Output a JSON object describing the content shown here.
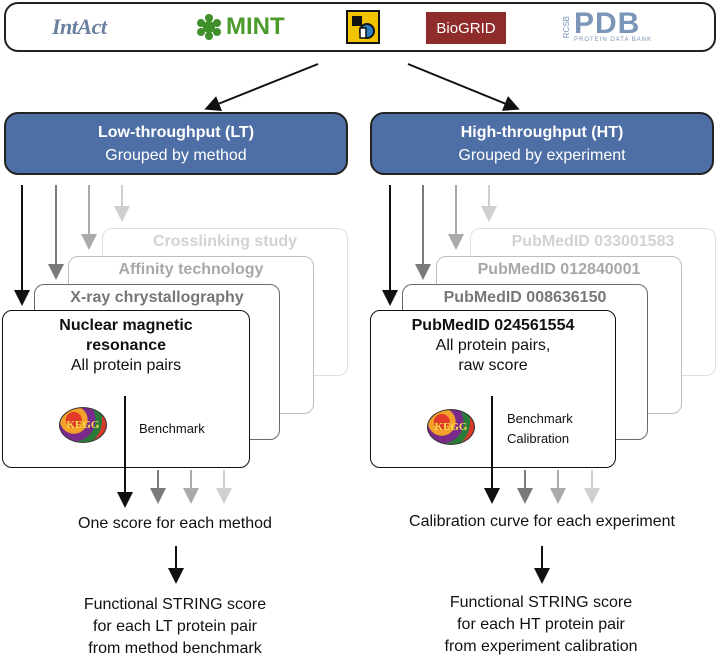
{
  "databases": {
    "intact": "IntAct",
    "mint": "MINT",
    "dip": "DIP",
    "biogrid": "BioGRID",
    "pdb_rcsb": "RCSB",
    "pdb": "PDB",
    "pdb_sub": "PROTEIN DATA BANK"
  },
  "left": {
    "header_title": "Low-throughput (LT)",
    "header_sub": "Grouped by method",
    "cards": [
      "Nuclear magnetic",
      "resonance",
      "X-ray chrystallography",
      "Affinity technology",
      "Crosslinking study"
    ],
    "card_sub": "All protein pairs",
    "kegg": "KEGG",
    "benchmark": "Benchmark",
    "result": "One score for each method",
    "final": [
      "Functional STRING score",
      "for each LT protein pair",
      "from method benchmark"
    ]
  },
  "right": {
    "header_title": "High-throughput (HT)",
    "header_sub": "Grouped by experiment",
    "cards": [
      "PubMedID 024561554",
      "PubMedID 008636150",
      "PubMedID 012840001",
      "PubMedID 033001583"
    ],
    "card_sub": [
      "All protein pairs,",
      "raw score"
    ],
    "kegg": "KEGG",
    "benchmark": [
      "Benchmark",
      "Calibration"
    ],
    "result": "Calibration curve for each experiment",
    "final": [
      "Functional STRING score",
      "for each HT protein pair",
      "from experiment calibration"
    ]
  },
  "colors": {
    "header_fill": "#4e6fa6",
    "arrow_dark": "#111111",
    "arrow_mid": "#7a7a7a",
    "arrow_light": "#aaaaaa",
    "arrow_faint": "#cfcfcf"
  }
}
